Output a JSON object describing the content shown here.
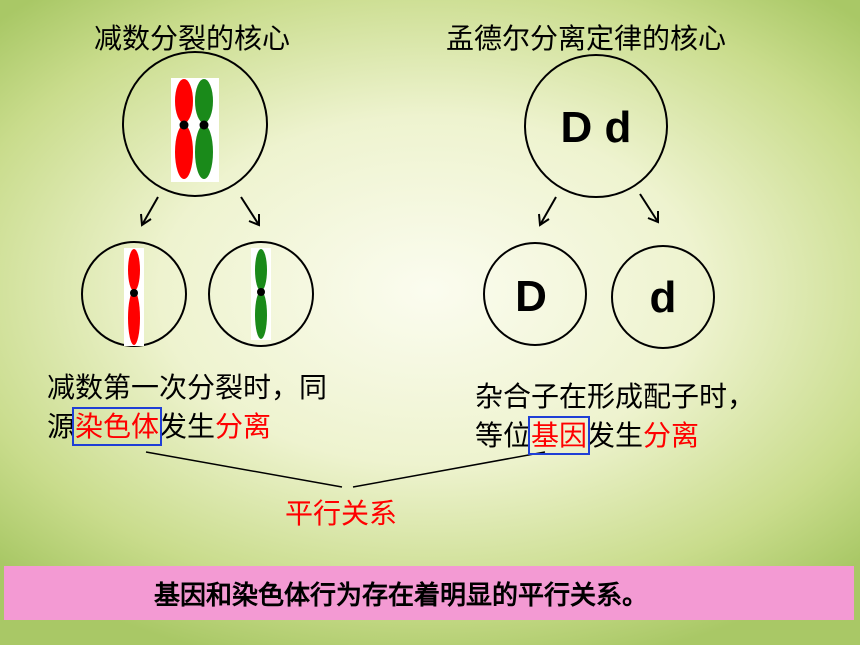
{
  "left": {
    "title": "减数分裂的核心",
    "para_line1": "减数第一次分裂时，同",
    "para_line2_prefix": "源",
    "para_line2_boxed": "染色体",
    "para_line2_mid": "发生",
    "para_line2_red": "分离"
  },
  "right": {
    "title": "孟德尔分离定律的核心",
    "parent_genotype": "D d",
    "child1_allele": "D",
    "child2_allele": "d",
    "para_line1": "杂合子在形成配子时，",
    "para_line2_prefix": "等位",
    "para_line2_boxed": "基因",
    "para_line2_mid": "发生",
    "para_line2_red": "分离"
  },
  "relation_label": "平行关系",
  "conclusion": "基因和染色体行为存在着明显的平行关系。",
  "colors": {
    "red_chromosome": "#ff0000",
    "green_chromosome": "#1a8a1a",
    "emphasis_text": "#ff0000",
    "box_outline": "#1f3fd6",
    "banner_bg": "#f39ad3"
  }
}
